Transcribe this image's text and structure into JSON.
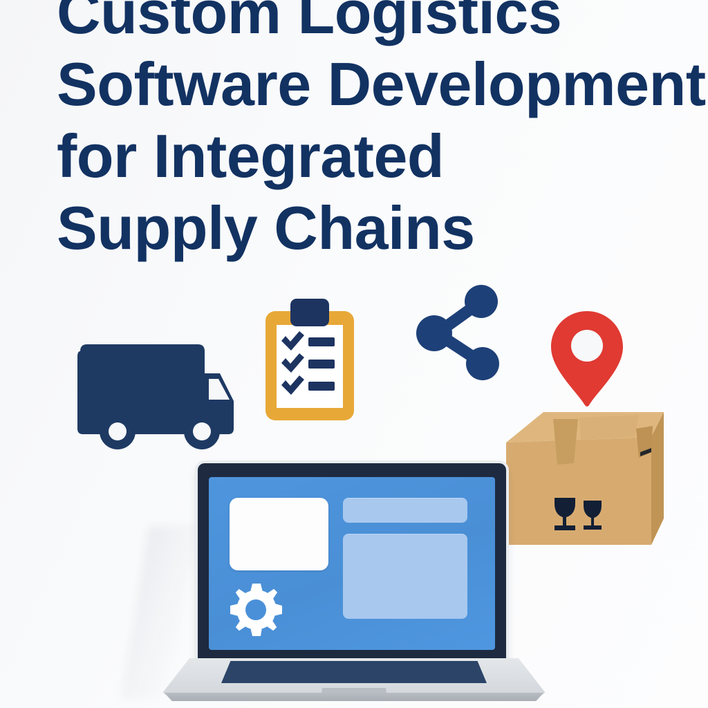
{
  "poster": {
    "background_color": "#f7f8fa",
    "headline": {
      "color": "#123262",
      "lines": [
        "Custom Logistics",
        "Software Development",
        "for Integrated",
        "Supply Chains"
      ],
      "full_text": "Custom Logistics Software Development for Integrated Supply Chains"
    }
  },
  "icons": [
    {
      "name": "delivery-truck-icon",
      "label": "Delivery truck",
      "color": "#1e3a63"
    },
    {
      "name": "clipboard-checklist-icon",
      "label": "Clipboard checklist",
      "frame_color": "#e8a838",
      "paper_color": "#ffffff",
      "mark_color": "#1d3461",
      "check_count": 3
    },
    {
      "name": "share-network-icon",
      "label": "Share network",
      "color": "#1d4078",
      "node_count": 3
    },
    {
      "name": "map-pin-icon",
      "label": "Location pin",
      "color": "#e03a32"
    },
    {
      "name": "cardboard-box-icon",
      "label": "Cardboard shipping box",
      "front_color": "#d7ab70",
      "top_color": "#dfb77e",
      "side_color": "#c09455",
      "mark_color": "#121f35",
      "mark_label": "fragile-glass-symbol",
      "mark_count": 2
    }
  ],
  "laptop": {
    "name": "laptop-illustration",
    "bezel_color": "#1d2a3f",
    "screen_color": "#4a90d9",
    "body_color": "#d8dce1",
    "keyboard_color": "#2b4468",
    "dashboard": {
      "cards": [
        {
          "name": "dashboard-card-white",
          "color": "#fdfdfd"
        },
        {
          "name": "dashboard-card-bar",
          "color": "#a8c8ee"
        },
        {
          "name": "dashboard-card-large",
          "color": "#a8c8ee"
        }
      ],
      "gear": {
        "name": "settings-gear-icon",
        "color": "#ffffff",
        "teeth": 8
      }
    }
  }
}
